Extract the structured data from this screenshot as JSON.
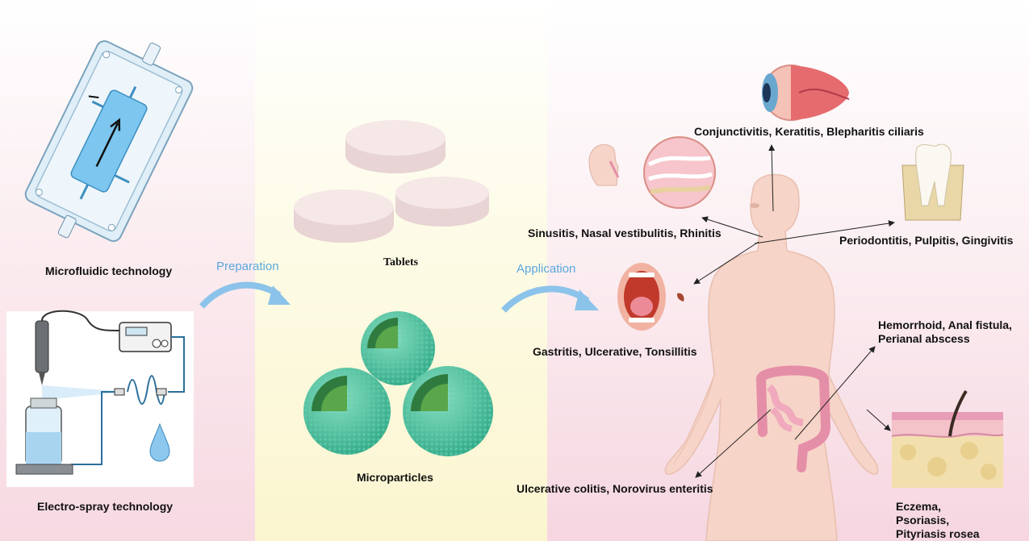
{
  "sections": {
    "fabrication": {
      "microfluidic_label": "Microfluidic technology",
      "electrospray_label": "Electro-spray technology"
    },
    "dosage_forms": {
      "tablets_label": "Tablets",
      "microparticles_label": "Microparticles"
    },
    "flow": {
      "preparation_label": "Preparation",
      "application_label": "Application"
    },
    "applications": {
      "eye": "Conjunctivitis, Keratitis, Blepharitis ciliaris",
      "nose": "Sinusitis, Nasal vestibulitis, Rhinitis",
      "teeth": "Periodontitis, Pulpitis, Gingivitis",
      "mouth": "Gastritis, Ulcerative, Tonsillitis",
      "anus": "Hemorrhoid, Anal fistula, Perianal abscess",
      "colon": "Ulcerative colitis, Norovirus enteritis",
      "skin": "Eczema, Psoriasis, Pityriasis rosea"
    }
  },
  "colors": {
    "flow_arrow": "#8cc3ea",
    "flow_text": "#5aa7de",
    "microparticle": "#3fbf9a",
    "tablet": "#efdede",
    "body": "#f7d5c9"
  }
}
